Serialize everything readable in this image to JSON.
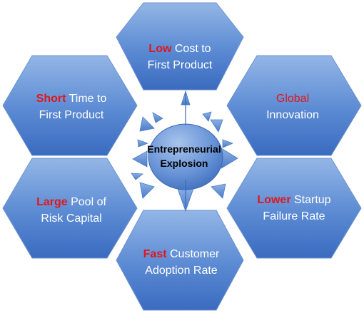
{
  "colors": {
    "hex_fill_light": "#8fb2e3",
    "hex_fill_dark": "#3e6fc2",
    "hex_stroke": "#5b86c9",
    "highlight": "#e0171b",
    "arrow_fill": "#5d8fd6",
    "center_light": "#7fa7e0",
    "center_dark": "#3a69b8"
  },
  "center": {
    "line1": "Entrepreneurial",
    "line2": "Explosion"
  },
  "hexes": {
    "top": {
      "line1_bold": "Low",
      "line1_rest": " Cost to",
      "line2": "First Product"
    },
    "upper_left": {
      "line1_bold": "Short",
      "line1_rest": " Time to",
      "line2": "First Product"
    },
    "upper_right": {
      "line1_bold": "Global",
      "line1_rest": "",
      "line2": "Innovation"
    },
    "lower_left": {
      "line1_bold": "Large",
      "line1_rest": " Pool of",
      "line2": "Risk Capital"
    },
    "lower_right": {
      "line1_bold": "Lower",
      "line1_rest": " Startup",
      "line2": "Failure Rate"
    },
    "bottom": {
      "line1_bold": "Fast",
      "line1_rest": " Customer",
      "line2": "Adoption Rate"
    }
  }
}
